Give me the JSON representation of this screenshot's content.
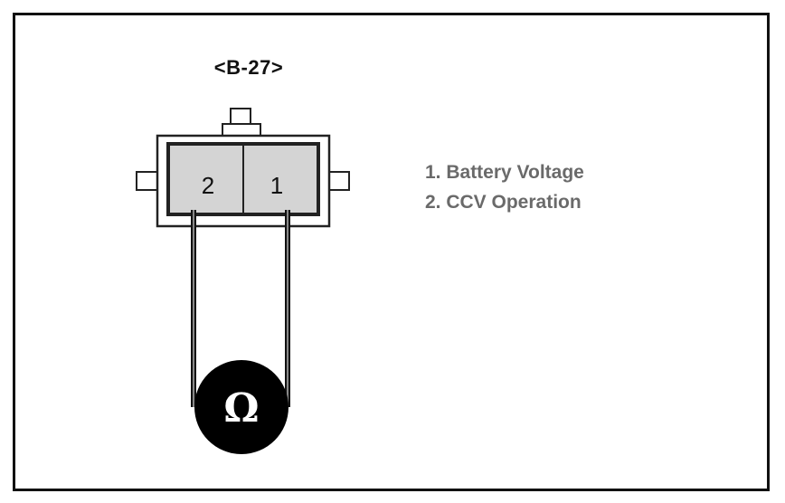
{
  "connector": {
    "label": "<B-27>",
    "pins": [
      {
        "number": "2"
      },
      {
        "number": "1"
      }
    ]
  },
  "legend": {
    "items": [
      "1. Battery Voltage",
      "2. CCV Operation"
    ]
  },
  "meter": {
    "symbol": "Ω",
    "icon": "ohmmeter-icon"
  },
  "colors": {
    "pin_fill": "#d4d4d4",
    "legend_text": "#6a6a6a",
    "meter_fill": "#000000"
  }
}
